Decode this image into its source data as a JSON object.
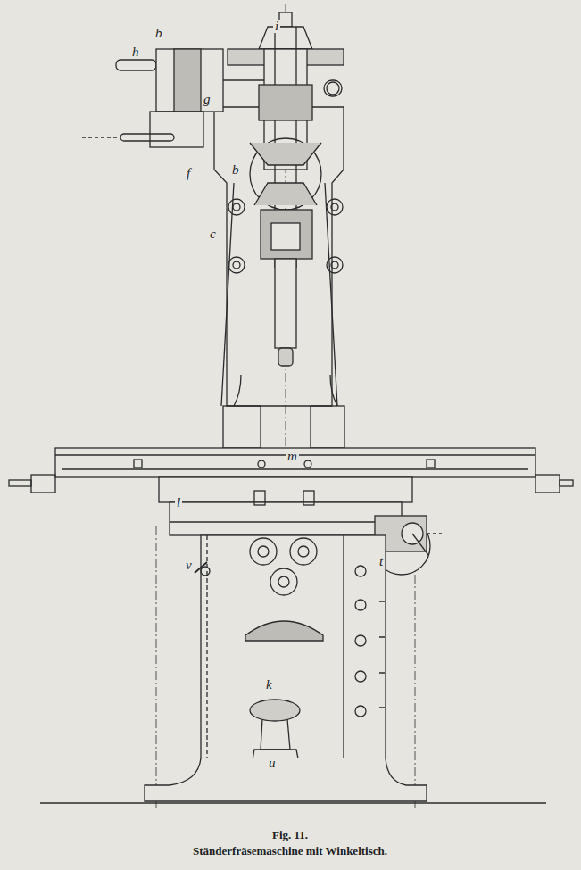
{
  "diagram": {
    "caption": "Ständerfräsemaschine mit Winkeltisch.",
    "labels": [
      "b",
      "i",
      "h",
      "g",
      "f",
      "b",
      "c",
      "m",
      "l",
      "v",
      "t",
      "k",
      "u",
      "Fig. 11."
    ]
  }
}
